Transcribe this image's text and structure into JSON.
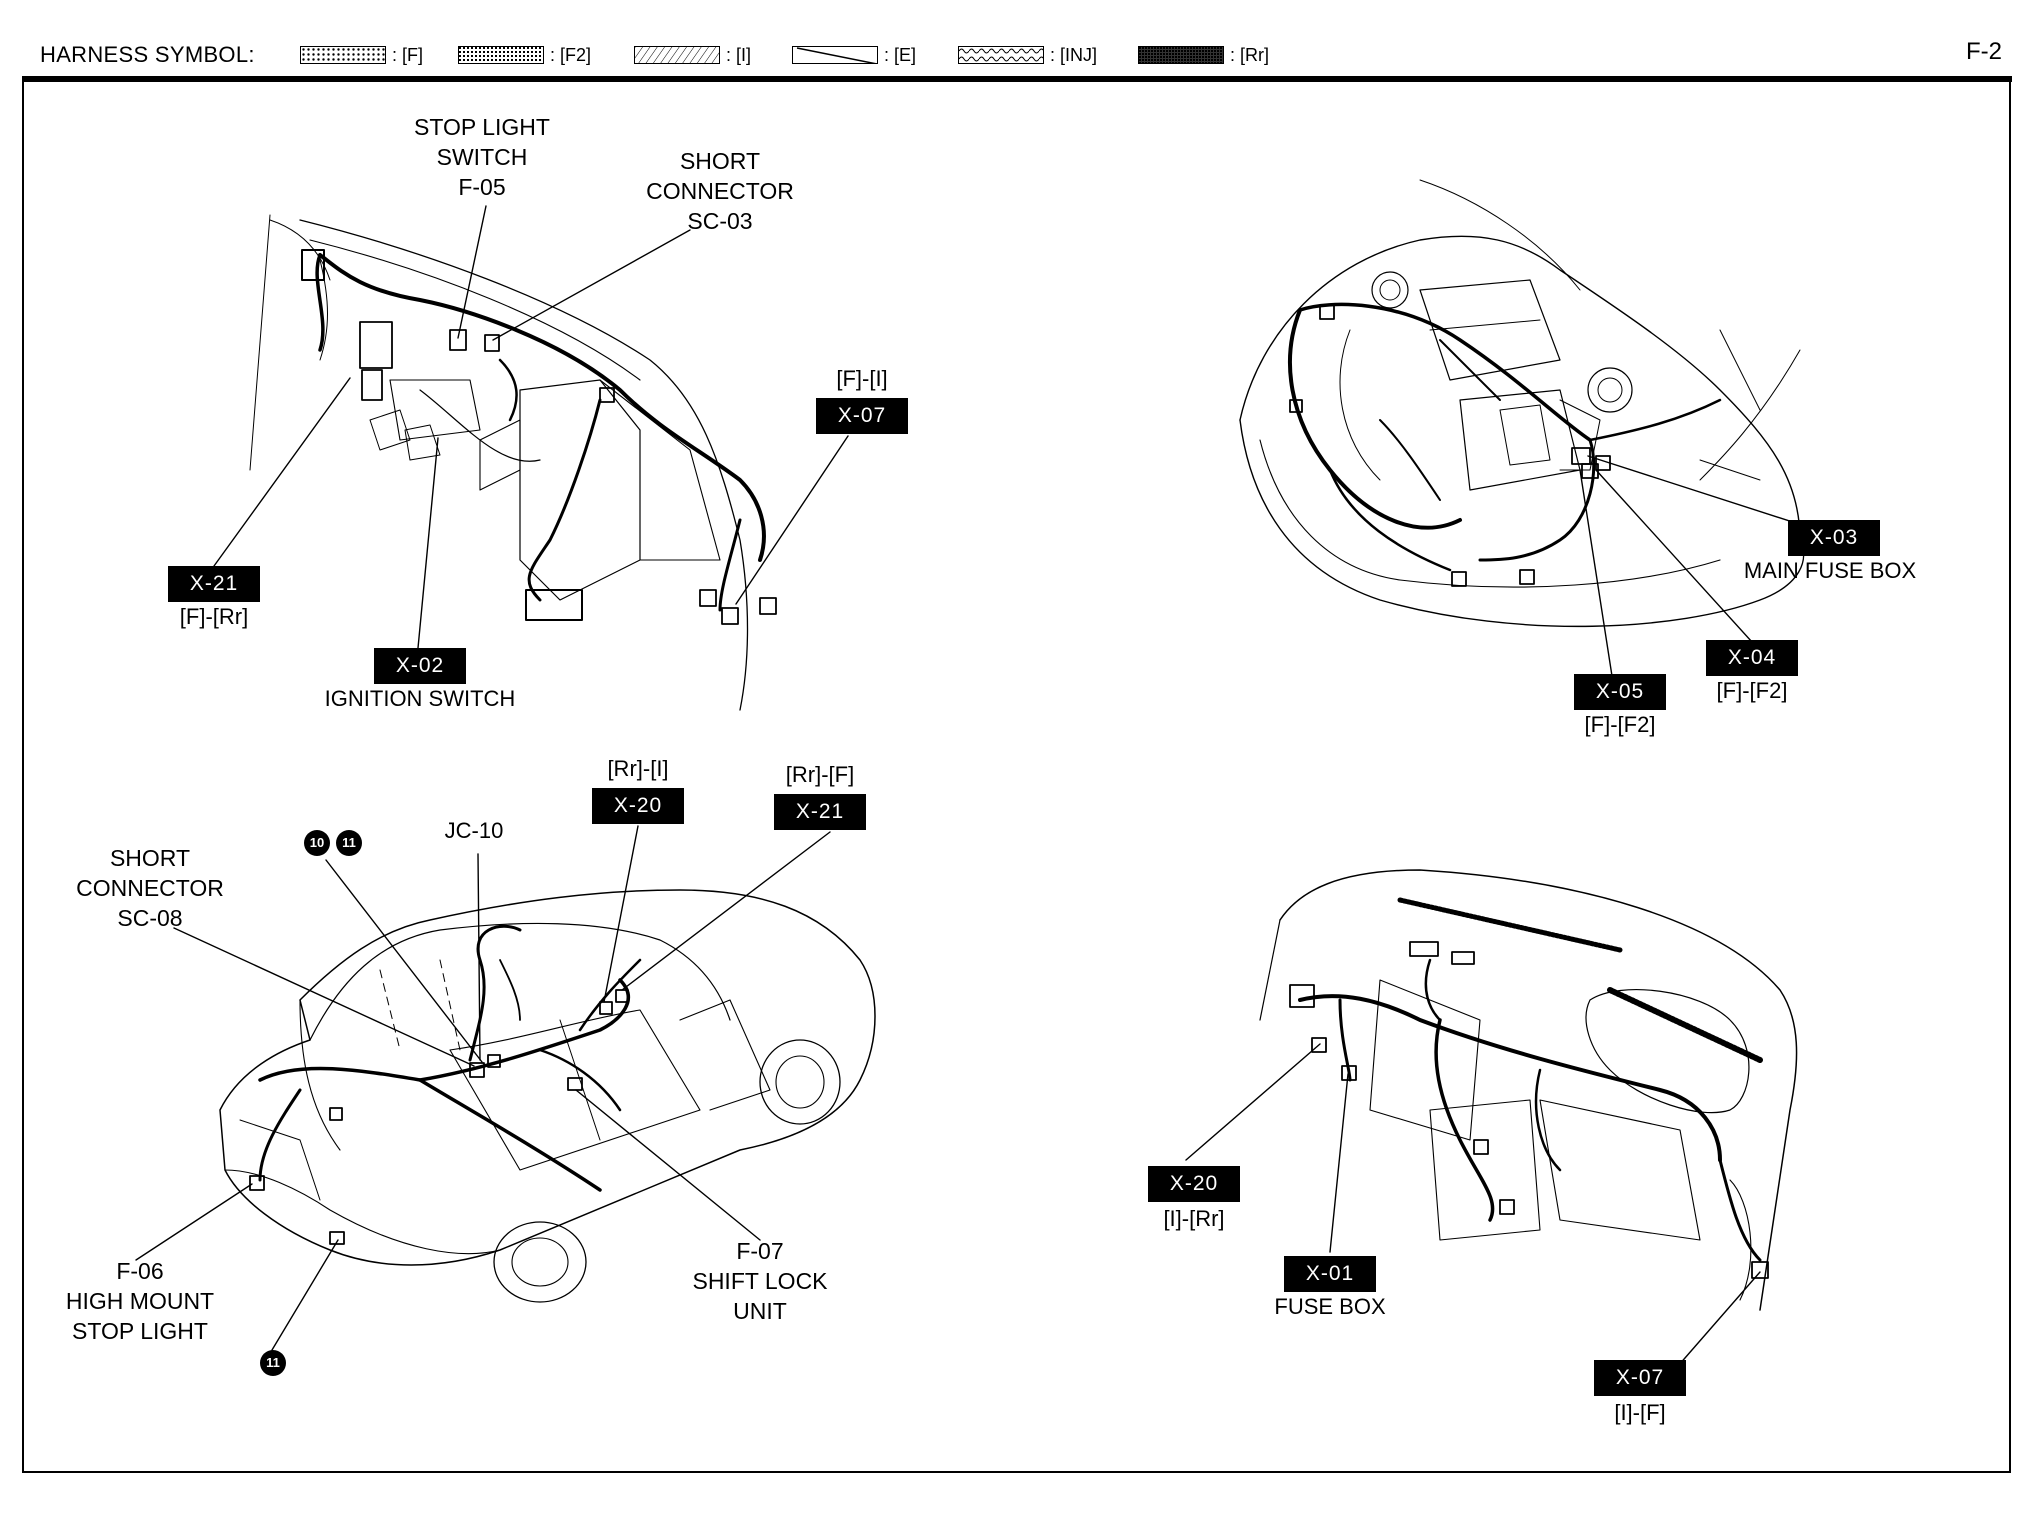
{
  "header": {
    "title": "HARNESS SYMBOL:",
    "page_number": "F-2",
    "symbols": [
      {
        "code": ": [F]",
        "pattern": "dots"
      },
      {
        "code": ": [F2]",
        "pattern": "fine"
      },
      {
        "code": ": [I]",
        "pattern": "diag-light"
      },
      {
        "code": ": [E]",
        "pattern": "diag-single"
      },
      {
        "code": ": [INJ]",
        "pattern": "wave"
      },
      {
        "code": ": [Rr]",
        "pattern": "dense"
      }
    ]
  },
  "panels": {
    "cowl": {
      "stop_light_switch": "STOP LIGHT\nSWITCH\nF-05",
      "short_connector": "SHORT\nCONNECTOR\nSC-03",
      "x07_harness": "[F]-[I]",
      "x07_code": "X-07",
      "x21_code": "X-21",
      "x21_harness": "[F]-[Rr]",
      "x02_code": "X-02",
      "x02_label": "IGNITION SWITCH"
    },
    "engine": {
      "x03_code": "X-03",
      "x03_label": "MAIN FUSE BOX",
      "x04_code": "X-04",
      "x04_harness": "[F]-[F2]",
      "x05_code": "X-05",
      "x05_harness": "[F]-[F2]"
    },
    "vehicle": {
      "short_connector": "SHORT\nCONNECTOR\nSC-08",
      "ground_10": "10",
      "ground_11": "11",
      "ground_11_b": "11",
      "jc": "JC-10",
      "x20_harness": "[Rr]-[I]",
      "x20_code": "X-20",
      "x21_harness": "[Rr]-[F]",
      "x21_code": "X-21",
      "high_mount": "F-06\nHIGH MOUNT\nSTOP LIGHT",
      "shift_lock": "F-07\nSHIFT LOCK\nUNIT"
    },
    "dash": {
      "x20_code": "X-20",
      "x20_harness": "[I]-[Rr]",
      "x01_code": "X-01",
      "x01_label": "FUSE BOX",
      "x07_code": "X-07",
      "x07_harness": "[I]-[F]"
    }
  }
}
